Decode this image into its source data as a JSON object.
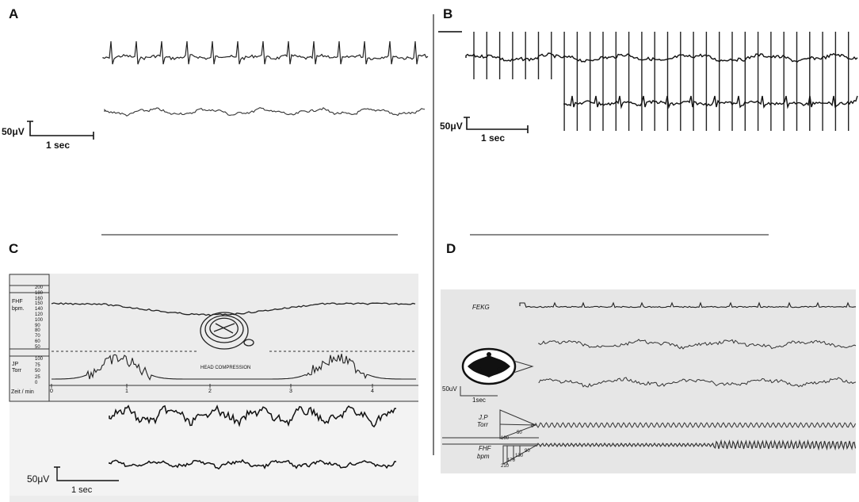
{
  "panels": {
    "a": {
      "letter": "A",
      "scale_amplitude": "50μV",
      "scale_time": "1 sec"
    },
    "b": {
      "letter": "B",
      "scale_amplitude": "50μV",
      "scale_time": "1 sec"
    },
    "c": {
      "letter": "C",
      "scale_amplitude": "50μV",
      "scale_time": "1 sec",
      "fhf_label": "FHF",
      "fhf_unit": "bpm.",
      "jp_label": "JP",
      "jp_unit": "Torr",
      "time_axis_label": "Zeit / min",
      "fhf_ticks": [
        "200",
        "180",
        "160",
        "150",
        "140",
        "120",
        "100",
        "90",
        "80",
        "70",
        "60",
        "50"
      ],
      "jp_ticks": [
        "100",
        "75",
        "50",
        "25",
        "0"
      ],
      "time_ticks": [
        "0",
        "1",
        "2",
        "3",
        "4"
      ],
      "illustration_caption": "HEAD COMPRESSION"
    },
    "d": {
      "letter": "D",
      "fekg_label": "FEKG",
      "scale_amplitude": "50uV",
      "scale_time": "1sec",
      "jp_label": "J.P",
      "jp_unit": "Torr",
      "fhf_label": "FHF",
      "fhf_unit": "bpm",
      "jp_ticks": [
        "100",
        "50",
        "0"
      ],
      "fhf_ticks": [
        "210",
        "170",
        "130",
        "90"
      ]
    }
  }
}
